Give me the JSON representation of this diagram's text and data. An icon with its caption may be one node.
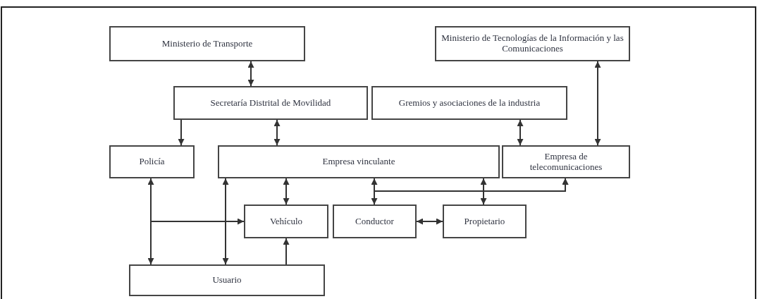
{
  "diagram": {
    "nodes": [
      {
        "text": [
          "Ministerio de Transporte"
        ]
      },
      {
        "text": [
          "Ministerio de Tecnologías de la Información y las Comunicaciones"
        ]
      },
      {
        "text": [
          "Secretaría Distrital de Movilidad"
        ]
      },
      {
        "text": [
          "Gremios y asociaciones de la industria"
        ]
      },
      {
        "text": [
          "Policía"
        ]
      },
      {
        "text": [
          "Empresa vinculante"
        ]
      },
      {
        "text": [
          "Empresa de telecomunicaciones"
        ]
      },
      {
        "text": [
          "Vehículo"
        ]
      },
      {
        "text": [
          "Conductor"
        ]
      },
      {
        "text": [
          "Propietario"
        ]
      },
      {
        "text": [
          "Usuario"
        ]
      }
    ],
    "edges": [
      {
        "from": 0,
        "to": 2,
        "arrow": "both"
      },
      {
        "from": 2,
        "to": 4,
        "arrow": "to"
      },
      {
        "from": 2,
        "to": 5,
        "arrow": "both"
      },
      {
        "from": 3,
        "to": 6,
        "arrow": "both"
      },
      {
        "from": 1,
        "to": 6,
        "arrow": "both"
      },
      {
        "from": 4,
        "to": 10,
        "arrow": "both"
      },
      {
        "from": 4,
        "to": 7,
        "arrow": "to"
      },
      {
        "from": 5,
        "to": 10,
        "arrow": "both"
      },
      {
        "from": 5,
        "to": 7,
        "arrow": "both"
      },
      {
        "from": 5,
        "to": 8,
        "arrow": "both"
      },
      {
        "from": 5,
        "to": 9,
        "arrow": "both"
      },
      {
        "from": 8,
        "to": 6,
        "arrow": "to"
      },
      {
        "from": 9,
        "to": 6,
        "arrow": "to"
      },
      {
        "from": 8,
        "to": 9,
        "arrow": "both"
      },
      {
        "from": 10,
        "to": 7,
        "arrow": "to"
      }
    ]
  }
}
